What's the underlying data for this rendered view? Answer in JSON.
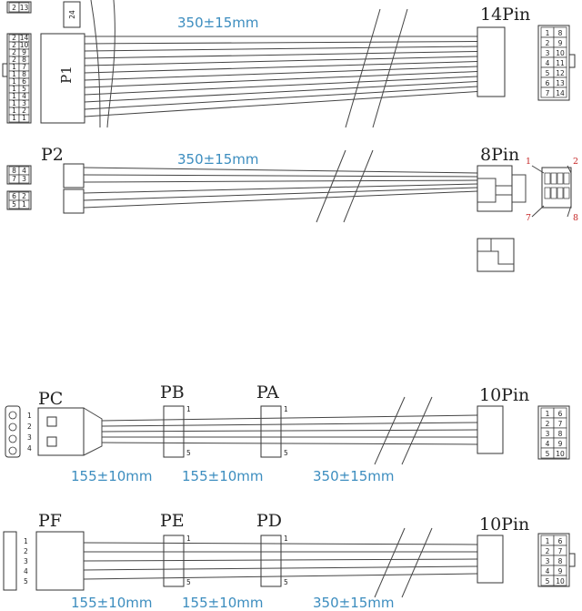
{
  "labels": {
    "p1": "P1",
    "p1_tab": "24",
    "p2": "P2",
    "pin14": "14Pin",
    "pin8": "8Pin",
    "pc": "PC",
    "pb": "PB",
    "pa": "PA",
    "pf": "PF",
    "pe": "PE",
    "pd": "PD",
    "pin10_a": "10Pin",
    "pin10_b": "10Pin"
  },
  "lengths": {
    "top1": "350±15mm",
    "top2": "350±15mm",
    "mid_a": "155±10mm",
    "mid_b": "155±10mm",
    "mid_c": "350±15mm",
    "bot_a": "155±10mm",
    "bot_b": "155±10mm",
    "bot_c": "350±15mm"
  },
  "pin_grids": {
    "p1_24": [
      [
        "2",
        "14"
      ],
      [
        "2",
        "10"
      ],
      [
        "2",
        "9"
      ],
      [
        "2",
        "8"
      ],
      [
        "1",
        "7"
      ],
      [
        "1",
        "8"
      ],
      [
        "1",
        "6"
      ],
      [
        "1",
        "5"
      ],
      [
        "1",
        "4"
      ],
      [
        "1",
        "3"
      ],
      [
        "1",
        "2"
      ],
      [
        "1",
        "1"
      ]
    ],
    "p1_top": [
      [
        "2",
        "13"
      ]
    ],
    "p14": [
      [
        "1",
        "8"
      ],
      [
        "2",
        "9"
      ],
      [
        "3",
        "10"
      ],
      [
        "4",
        "11"
      ],
      [
        "5",
        "12"
      ],
      [
        "6",
        "13"
      ],
      [
        "7",
        "14"
      ]
    ],
    "p2_a": [
      [
        "8",
        "4"
      ],
      [
        "7",
        "3"
      ]
    ],
    "p2_b": [
      [
        "6",
        "2"
      ],
      [
        "5",
        "1"
      ]
    ],
    "p10_a": [
      [
        "1",
        "6"
      ],
      [
        "2",
        "7"
      ],
      [
        "3",
        "8"
      ],
      [
        "4",
        "9"
      ],
      [
        "5",
        "10"
      ]
    ],
    "p10_b": [
      [
        "1",
        "6"
      ],
      [
        "2",
        "7"
      ],
      [
        "3",
        "8"
      ],
      [
        "4",
        "9"
      ],
      [
        "5",
        "10"
      ]
    ]
  },
  "eight_pin_numbers": {
    "tl": "1",
    "tr": "2",
    "bl": "7",
    "br": "8"
  },
  "molex_pins": [
    "1",
    "2",
    "3",
    "4"
  ],
  "sata_pins": [
    "1",
    "2",
    "3",
    "4",
    "5"
  ],
  "sata_small": {
    "top": "1",
    "bottom": "5"
  }
}
